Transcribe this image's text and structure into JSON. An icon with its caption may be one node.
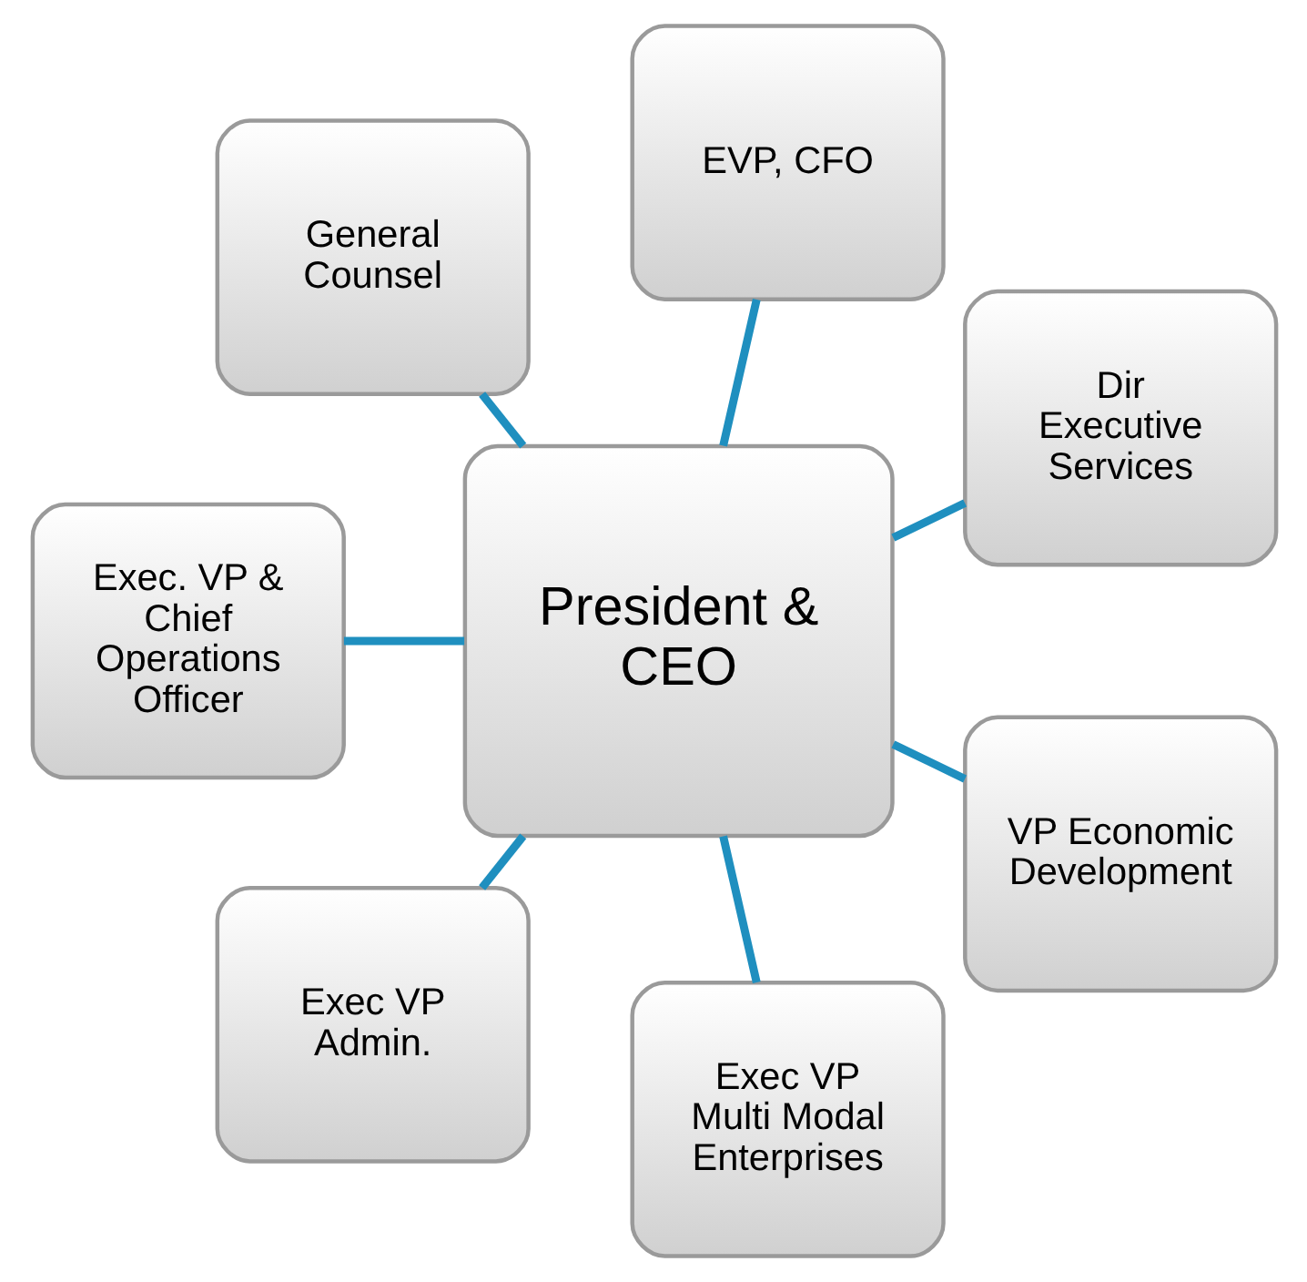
{
  "diagram": {
    "nodes": [
      {
        "text": [
          "President & CEO"
        ]
      },
      {
        "text": [
          "Dir Executive Services"
        ]
      },
      {
        "text": [
          "EVP, CFO"
        ]
      },
      {
        "text": [
          "General Counsel"
        ]
      },
      {
        "text": [
          "Exec. VP & Chief Operations Officer"
        ]
      },
      {
        "text": [
          "Exec VP Admin."
        ]
      },
      {
        "text": [
          "Exec VP Multi Modal Enterprises"
        ]
      },
      {
        "text": [
          "VP Economic Development"
        ]
      }
    ],
    "edges": [
      {
        "from": 0,
        "to": 1,
        "arrow": "none"
      },
      {
        "from": 0,
        "to": 3,
        "arrow": "none"
      },
      {
        "from": 0,
        "to": 5,
        "arrow": "none"
      },
      {
        "from": 0,
        "to": 7,
        "arrow": "none"
      },
      {
        "from": 0,
        "to": 6,
        "arrow": "none"
      },
      {
        "from": 0,
        "to": 4,
        "arrow": "none"
      },
      {
        "from": 0,
        "to": 2,
        "arrow": "none"
      }
    ]
  }
}
